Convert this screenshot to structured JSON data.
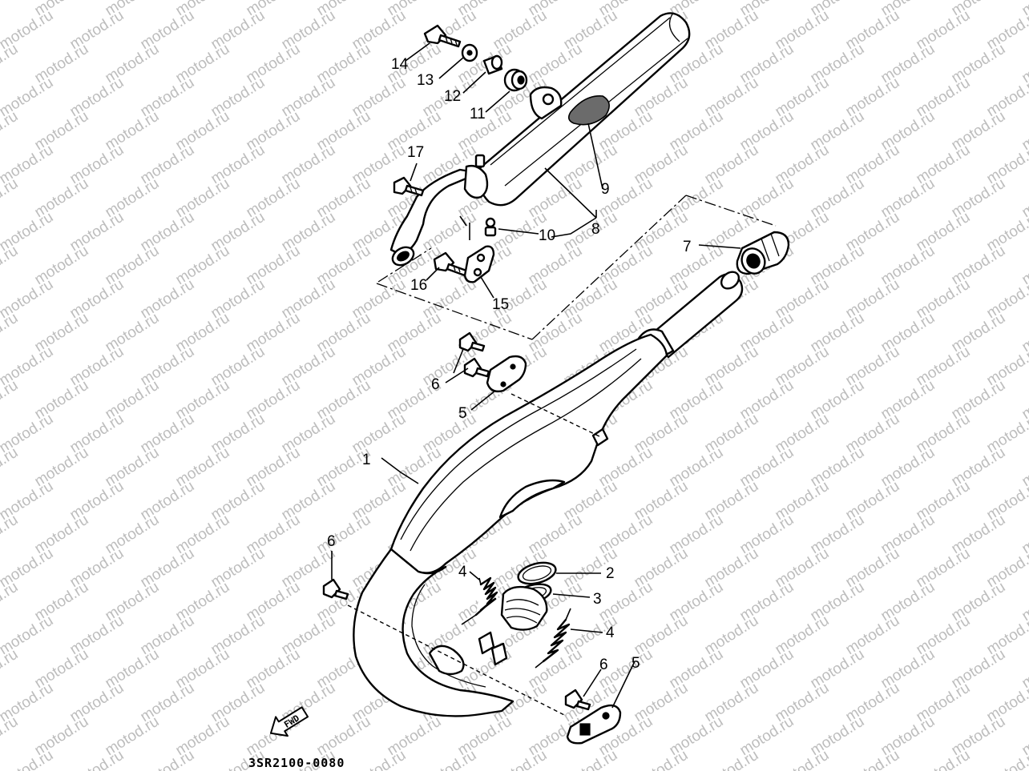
{
  "watermark": {
    "text": "motod.ru"
  },
  "diagram_code": "3SR2100-0080",
  "fwd_label": "FWD",
  "callouts": {
    "c1": "1",
    "c2": "2",
    "c3": "3",
    "c4a": "4",
    "c4b": "4",
    "c5a": "5",
    "c5b": "5",
    "c6a": "6",
    "c6b": "6",
    "c6c": "6",
    "c7": "7",
    "c8": "8",
    "c9": "9",
    "c10": "10",
    "c11": "11",
    "c12": "12",
    "c13": "13",
    "c14": "14",
    "c15": "15",
    "c16": "16",
    "c17": "17"
  }
}
